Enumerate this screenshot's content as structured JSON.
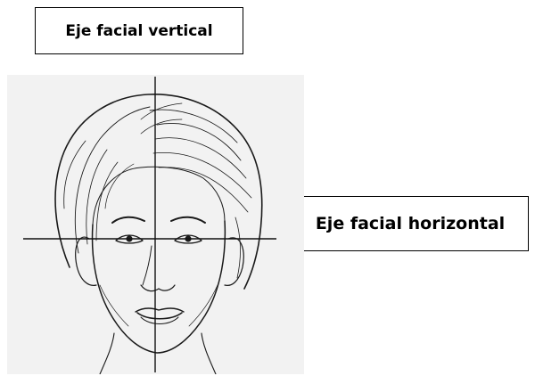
{
  "labels": {
    "vertical_axis": "Eje facial vertical",
    "horizontal_axis": "Eje facial horizontal"
  },
  "figure": {
    "illustration": "face-sketch-front-view",
    "line_color": "#1a1a1a",
    "background_color": "#f2f2f2"
  }
}
